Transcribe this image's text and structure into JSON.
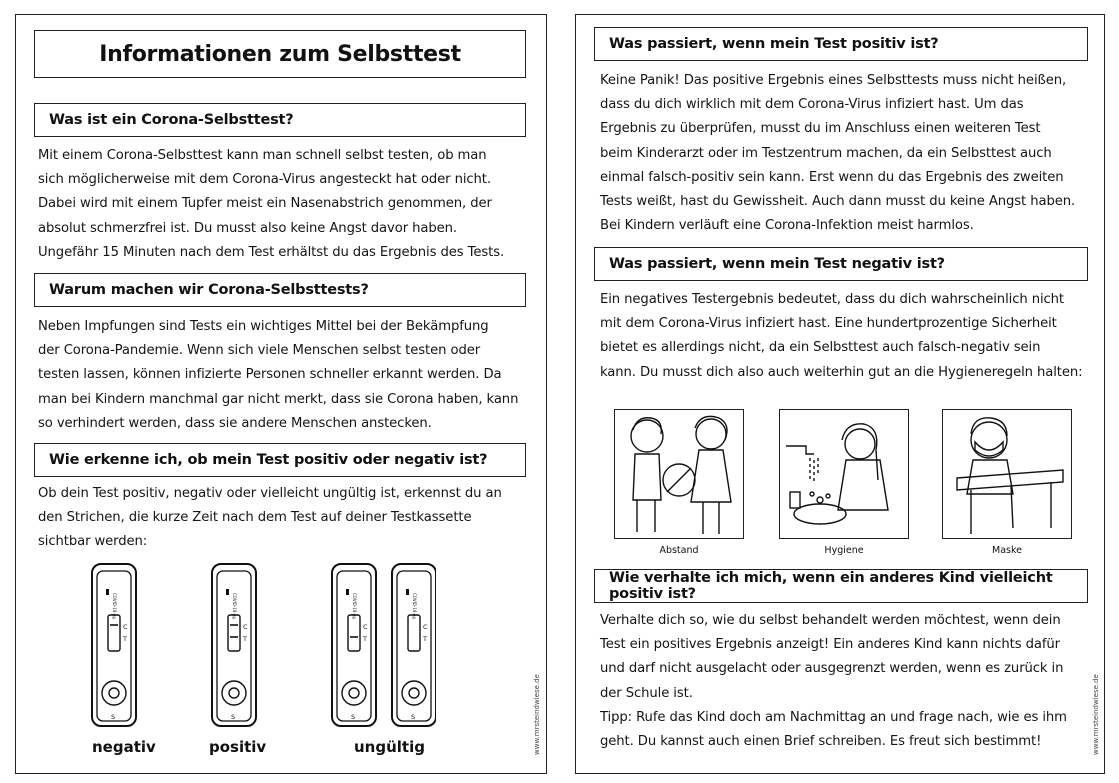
{
  "left": {
    "title": "Informationen zum Selbsttest",
    "sections": [
      {
        "heading": "Was ist ein Corona-Selbsttest?",
        "lines": [
          "Mit einem Corona-Selbsttest kann man schnell selbst testen, ob man",
          "sich möglicherweise mit dem Corona-Virus angesteckt hat oder nicht.",
          "Dabei wird mit einem Tupfer meist ein Nasenabstrich genommen, der",
          "absolut schmerzfrei ist. Du musst also keine Angst davor haben.",
          "Ungefähr 15 Minuten nach dem Test erhältst du das Ergebnis des Tests."
        ]
      },
      {
        "heading": "Warum machen wir Corona-Selbsttests?",
        "lines": [
          "Neben Impfungen sind Tests ein wichtiges Mittel bei der Bekämpfung",
          "der Corona-Pandemie. Wenn sich viele Menschen selbst testen oder",
          "testen lassen, können infizierte Personen schneller erkannt werden. Da",
          "man bei Kindern manchmal gar nicht merkt, dass sie Corona haben, kann",
          "so verhindert werden, dass sie andere Menschen anstecken."
        ]
      },
      {
        "heading": "Wie erkenne ich, ob mein Test positiv oder negativ ist?",
        "lines": [
          "Ob dein Test positiv, negativ oder vielleicht ungültig ist, erkennst du an",
          "den Strichen, die kurze Zeit nach dem Test auf deiner Testkassette",
          "sichtbar werden:"
        ]
      }
    ],
    "cassette_labels": {
      "c": "C",
      "t": "T",
      "s": "S",
      "top": "COVID-19 Ag"
    },
    "results": [
      "negativ",
      "positiv",
      "ungültig"
    ],
    "watermark": "www.mrsteindwiese.de"
  },
  "right": {
    "sections": [
      {
        "heading": "Was passiert, wenn mein Test positiv ist?",
        "lines": [
          "Keine Panik! Das positive Ergebnis eines Selbsttests muss nicht heißen,",
          "dass du dich wirklich mit dem Corona-Virus infiziert hast. Um das",
          "Ergebnis zu überprüfen, musst du im Anschluss einen weiteren Test",
          "beim Kinderarzt oder im Testzentrum machen, da ein Selbsttest auch",
          "einmal falsch-positiv sein kann. Erst wenn du das Ergebnis des zweiten",
          "Tests weißt, hast du Gewissheit. Auch dann musst du keine Angst haben.",
          "Bei Kindern verläuft eine Corona-Infektion meist harmlos."
        ]
      },
      {
        "heading": "Was passiert, wenn mein Test negativ ist?",
        "lines": [
          "Ein negatives Testergebnis bedeutet, dass du dich wahrscheinlich nicht",
          "mit dem Corona-Virus infiziert hast. Eine hundertprozentige Sicherheit",
          "bietet es allerdings nicht, da ein Selbsttest auch falsch-negativ sein",
          "kann. Du musst dich also auch weiterhin gut an die Hygieneregeln halten:"
        ]
      },
      {
        "heading": "Wie verhalte ich mich, wenn ein anderes Kind vielleicht positiv ist?",
        "lines": [
          "Verhalte dich so, wie du selbst behandelt werden möchtest, wenn dein",
          "Test ein positives Ergebnis anzeigt! Ein anderes Kind kann nichts dafür",
          "und darf nicht ausgelacht oder ausgegrenzt werden, wenn es zurück in",
          "der Schule ist.",
          "Tipp: Rufe das Kind doch am Nachmittag an und frage nach, wie es ihm",
          "geht. Du kannst auch einen Brief schreiben. Es freut sich bestimmt!"
        ]
      }
    ],
    "pictures": [
      "Abstand",
      "Hygiene",
      "Maske"
    ],
    "watermark": "www.mrsteindwiese.de"
  }
}
